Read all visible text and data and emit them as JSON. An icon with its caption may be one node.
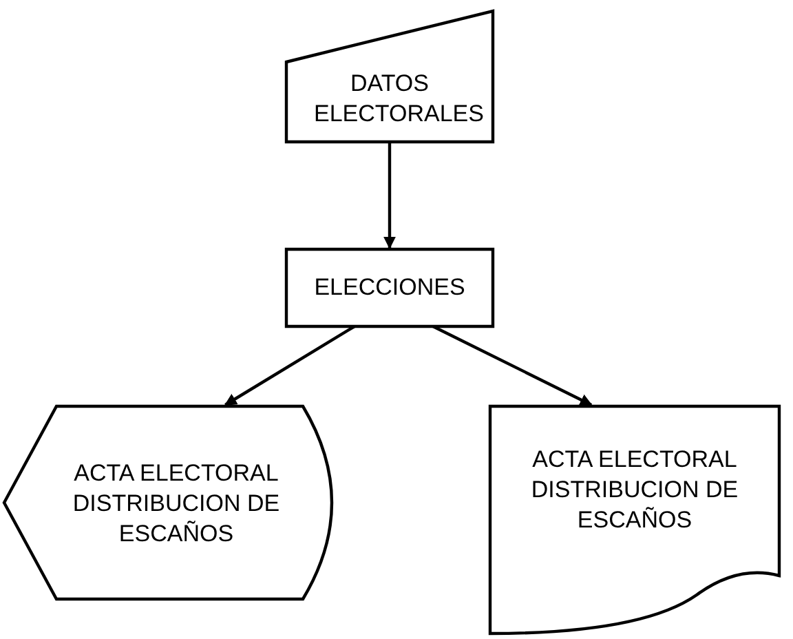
{
  "diagram": {
    "nodes": [
      {
        "text": [
          "DATOS ELECTORALES"
        ]
      },
      {
        "text": [
          "ELECCIONES"
        ]
      },
      {
        "text": [
          "ACTA ELECTORAL DISTRIBUCION DE ESCAÑOS"
        ]
      },
      {
        "text": [
          "ACTA ELECTORAL DISTRIBUCION DE ESCAÑOS"
        ]
      }
    ],
    "edges": [
      {
        "from": 0,
        "to": 1,
        "arrow": "to"
      },
      {
        "from": 1,
        "to": 2,
        "arrow": "to"
      },
      {
        "from": 1,
        "to": 3,
        "arrow": "to"
      }
    ]
  }
}
